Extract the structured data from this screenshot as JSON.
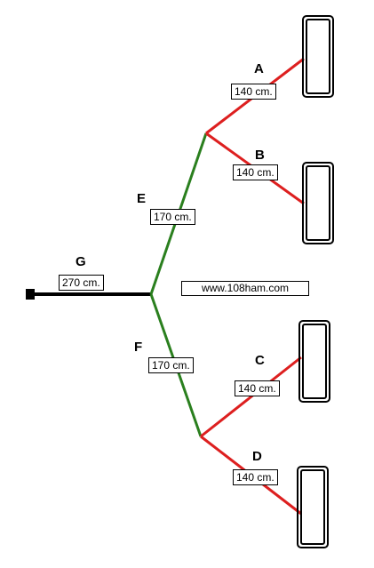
{
  "colors": {
    "feeder": "#000000",
    "trunk": "#2a7f1e",
    "branch": "#dd1f1f",
    "antenna": "#000000"
  },
  "segments": {
    "A": {
      "letter": "A",
      "length": "140 cm."
    },
    "B": {
      "letter": "B",
      "length": "140 cm."
    },
    "C": {
      "letter": "C",
      "length": "140 cm."
    },
    "D": {
      "letter": "D",
      "length": "140 cm."
    },
    "E": {
      "letter": "E",
      "length": "170 cm."
    },
    "F": {
      "letter": "F",
      "length": "170 cm."
    },
    "G": {
      "letter": "G",
      "length": "270 cm."
    }
  },
  "website": "www.108ham.com"
}
